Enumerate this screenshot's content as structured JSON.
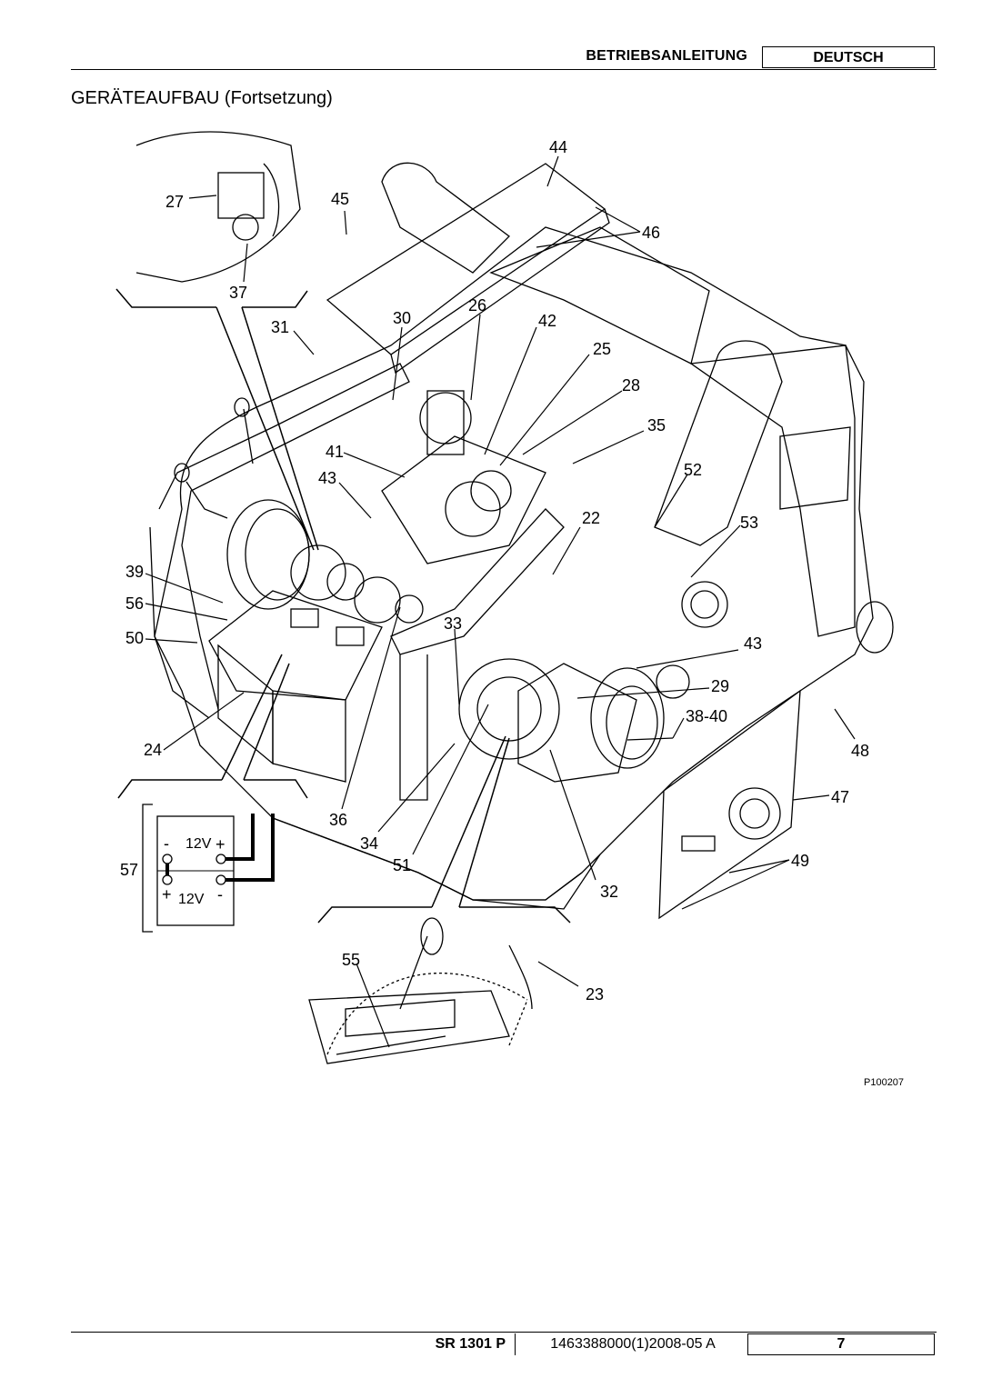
{
  "header": {
    "title": "BETRIEBSANLEITUNG",
    "language": "DEUTSCH"
  },
  "section_title": "GERÄTEAUFBAU (Fortsetzung)",
  "figure": {
    "callouts": {
      "c44": "44",
      "c45": "45",
      "c46": "46",
      "c27": "27",
      "c37": "37",
      "c31": "31",
      "c30": "30",
      "c26": "26",
      "c42": "42",
      "c25": "25",
      "c28": "28",
      "c35": "35",
      "c41": "41",
      "c43a": "43",
      "c52": "52",
      "c22": "22",
      "c53": "53",
      "c39": "39",
      "c56": "56",
      "c50": "50",
      "c33": "33",
      "c43b": "43",
      "c29": "29",
      "c3840": "38-40",
      "c24": "24",
      "c48": "48",
      "c47": "47",
      "c36": "36",
      "c34": "34",
      "c51": "51",
      "c57": "57",
      "c49": "49",
      "c32": "32",
      "c55": "55",
      "c23": "23"
    },
    "battery_top_volt": "12V",
    "battery_bottom_volt": "12V",
    "battery_top_left_sign": "-",
    "battery_top_right_sign": "+",
    "battery_bottom_left_sign": "+",
    "battery_bottom_right_sign": "-",
    "reference": "P100207"
  },
  "footer": {
    "model": "SR 1301 P",
    "doc_code": "1463388000(1)2008-05 A",
    "page": "7"
  }
}
